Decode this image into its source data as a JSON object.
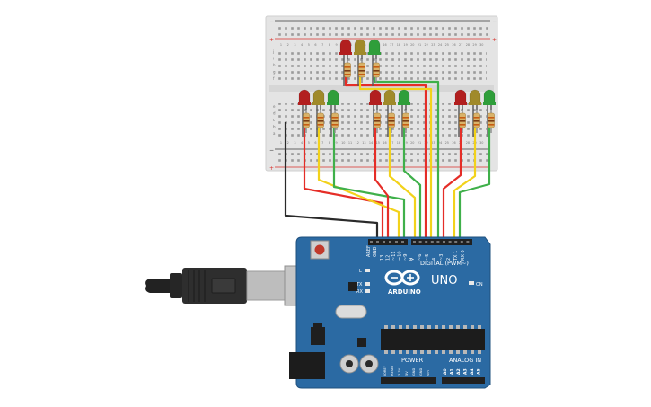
{
  "board": {
    "logo_text": "ARDUINO",
    "model": "UNO",
    "digital_header": "DIGITAL (PWM~)",
    "power_label": "POWER",
    "analog_label": "ANALOG IN",
    "on_label": "ON",
    "l_label": "L",
    "tx_label": "TX",
    "rx_label": "RX",
    "aref_label": "AREF",
    "gnd_label": "GND",
    "digital_pins": [
      "13",
      "12",
      "~11",
      "~10",
      "~9",
      "8",
      "7",
      "~6",
      "~5",
      "4",
      "~3",
      "2",
      "TX 1",
      "RX 0"
    ],
    "power_pins": [
      "IOREF",
      "RESET",
      "3.3V",
      "5V",
      "GND",
      "GND",
      "Vin"
    ],
    "analog_pins": [
      "A0",
      "A1",
      "A2",
      "A3",
      "A4",
      "A5"
    ]
  },
  "breadboard": {
    "column_numbers": [
      "1",
      "2",
      "3",
      "4",
      "5",
      "6",
      "7",
      "8",
      "9",
      "10",
      "11",
      "12",
      "13",
      "14",
      "15",
      "16",
      "17",
      "18",
      "19",
      "20",
      "21",
      "22",
      "23",
      "24",
      "25",
      "26",
      "27",
      "28",
      "29",
      "30"
    ],
    "row_letters_top": [
      "j",
      "i",
      "h",
      "g",
      "f"
    ],
    "row_letters_bottom": [
      "e",
      "d",
      "c",
      "b",
      "a"
    ],
    "rail_plus": "+",
    "rail_minus": "−"
  },
  "colors": {
    "board_blue": "#2b6aa3",
    "breadboard": "#e6e6e6",
    "wire_red": "#e52d27",
    "wire_yellow": "#f2d21b",
    "wire_green": "#3fb04a",
    "wire_black": "#2a2a2a",
    "led_red": "#b21f1f",
    "led_yellow": "#a08a2a",
    "led_green": "#2f9e3a"
  },
  "traffic_lights": [
    {
      "name": "light-left",
      "leds": [
        "red",
        "yellow",
        "green"
      ]
    },
    {
      "name": "light-top",
      "leds": [
        "red",
        "yellow",
        "green"
      ]
    },
    {
      "name": "light-middle",
      "leds": [
        "red",
        "yellow",
        "green"
      ]
    },
    {
      "name": "light-right",
      "leds": [
        "red",
        "yellow",
        "green"
      ]
    }
  ]
}
